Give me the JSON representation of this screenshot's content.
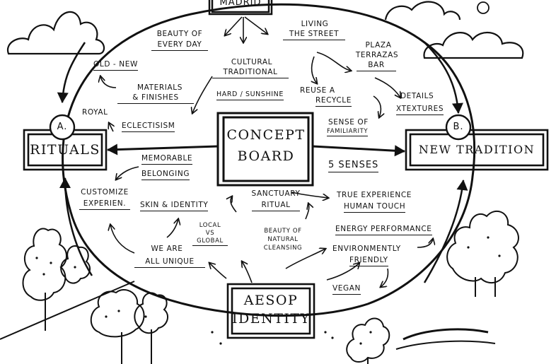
{
  "nodes": {
    "madrid": "MADRID",
    "concept_board_line1": "CONCEPT",
    "concept_board_line2": "BOARD",
    "rituals": "RITUALS",
    "new_tradition": "NEW TRADITION",
    "aesop_identity_line1": "AESOP",
    "aesop_identity_line2": "IDENTITY",
    "badge_a": "A.",
    "badge_b": "B."
  },
  "labels": {
    "beauty_every_day_1": "BEAUTY OF",
    "beauty_every_day_2": "EVERY DAY",
    "living_street_1": "LIVING",
    "living_street_2": "THE STREET",
    "plaza_1": "PLAZA",
    "plaza_2": "TERRAZAS",
    "plaza_3": "BAR",
    "old_new": "OLD - NEW",
    "cultural_1": "CULTURAL",
    "cultural_2": "TRADITIONAL",
    "materials_1": "MATERIALS",
    "materials_2": "& FINISHES",
    "hard_sunshine": "HARD / SUNSHINE",
    "reuse_1": "REUSE A",
    "reuse_2": "RECYCLE",
    "details_1": "DETAILS",
    "details_2": "XTEXTURES",
    "royal": "ROYAL",
    "eclecticism": "ECLECTISISM",
    "sense_1": "SENSE OF",
    "sense_2": "FAMILIARITY",
    "memorable": "MEMORABLE",
    "belonging": "BELONGING",
    "five_senses": "5 SENSES",
    "customize_1": "CUSTOMIZE",
    "customize_2": "EXPERIEN.",
    "skin_identity": "SKIN & IDENTITY",
    "sanctuary_1": "SANCTUARY",
    "sanctuary_2": "RITUAL",
    "true_exp_1": "TRUE EXPERIENCE",
    "true_exp_2": "HUMAN TOUCH",
    "local_1": "LOCAL",
    "local_2": "VS",
    "local_3": "GLOBAL",
    "energy": "ENERGY PERFORMANCE",
    "beauty_natural_1": "BEAUTY OF",
    "beauty_natural_2": "NATURAL",
    "beauty_natural_3": "CLEANSING",
    "we_are_1": "WE ARE",
    "we_are_2": "ALL UNIQUE",
    "environment_1": "ENVIRONMENTLY",
    "environment_2": "FRIENDLY",
    "vegan": "VEGAN"
  }
}
